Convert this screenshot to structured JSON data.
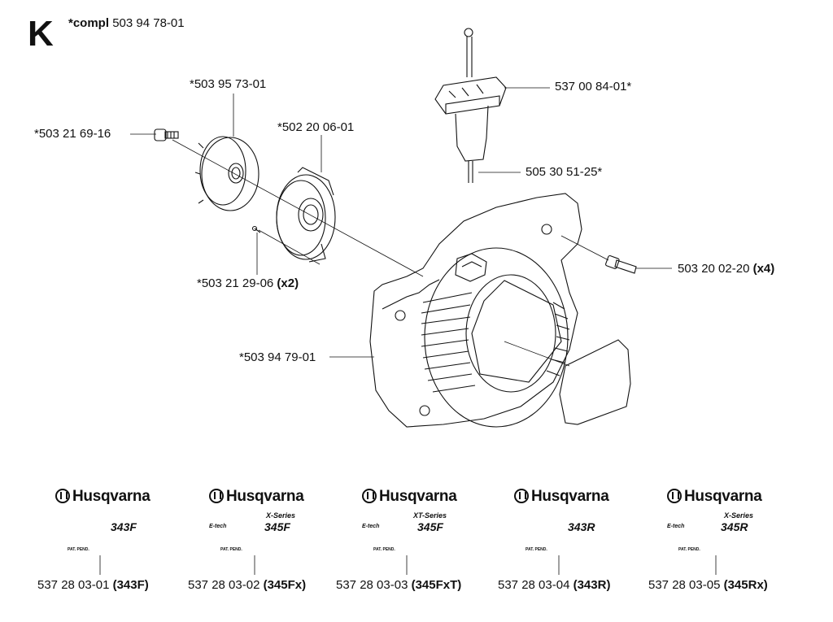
{
  "header": {
    "section_letter": "K",
    "compl_prefix": "*compl",
    "compl_number": "503 94 78-01"
  },
  "parts": {
    "starter_pulley": "*503 95 73-01",
    "screw_pulley": "*503 21 69-16",
    "recoil_spring": "*502 20 06-01",
    "spring_screw": "*503 21 29-06",
    "spring_screw_qty": "(x2)",
    "handle": "537 00 84-01*",
    "cord": "505 30 51-25*",
    "cover_screw": "503 20 02-20",
    "cover_screw_qty": "(x4)",
    "starter_cover": "*503 94 79-01"
  },
  "decals": [
    {
      "brand": "Husqvarna",
      "model": "343F",
      "series": "",
      "etach": "",
      "pat": "PAT. PEND.",
      "part_number": "537 28 03-01",
      "variant": "(343F)"
    },
    {
      "brand": "Husqvarna",
      "model": "345F",
      "series": "X-Series",
      "etach": "E-tech",
      "pat": "PAT. PEND.",
      "part_number": "537 28 03-02",
      "variant": "(345Fx)"
    },
    {
      "brand": "Husqvarna",
      "model": "345F",
      "series": "XT-Series",
      "etach": "E-tech",
      "pat": "PAT. PEND.",
      "part_number": "537 28 03-03",
      "variant": "(345FxT)"
    },
    {
      "brand": "Husqvarna",
      "model": "343R",
      "series": "",
      "etach": "",
      "pat": "PAT. PEND.",
      "part_number": "537 28 03-04",
      "variant": "(343R)"
    },
    {
      "brand": "Husqvarna",
      "model": "345R",
      "series": "X-Series",
      "etach": "E-tech",
      "pat": "PAT. PEND.",
      "part_number": "537 28 03-05",
      "variant": "(345Rx)"
    }
  ]
}
